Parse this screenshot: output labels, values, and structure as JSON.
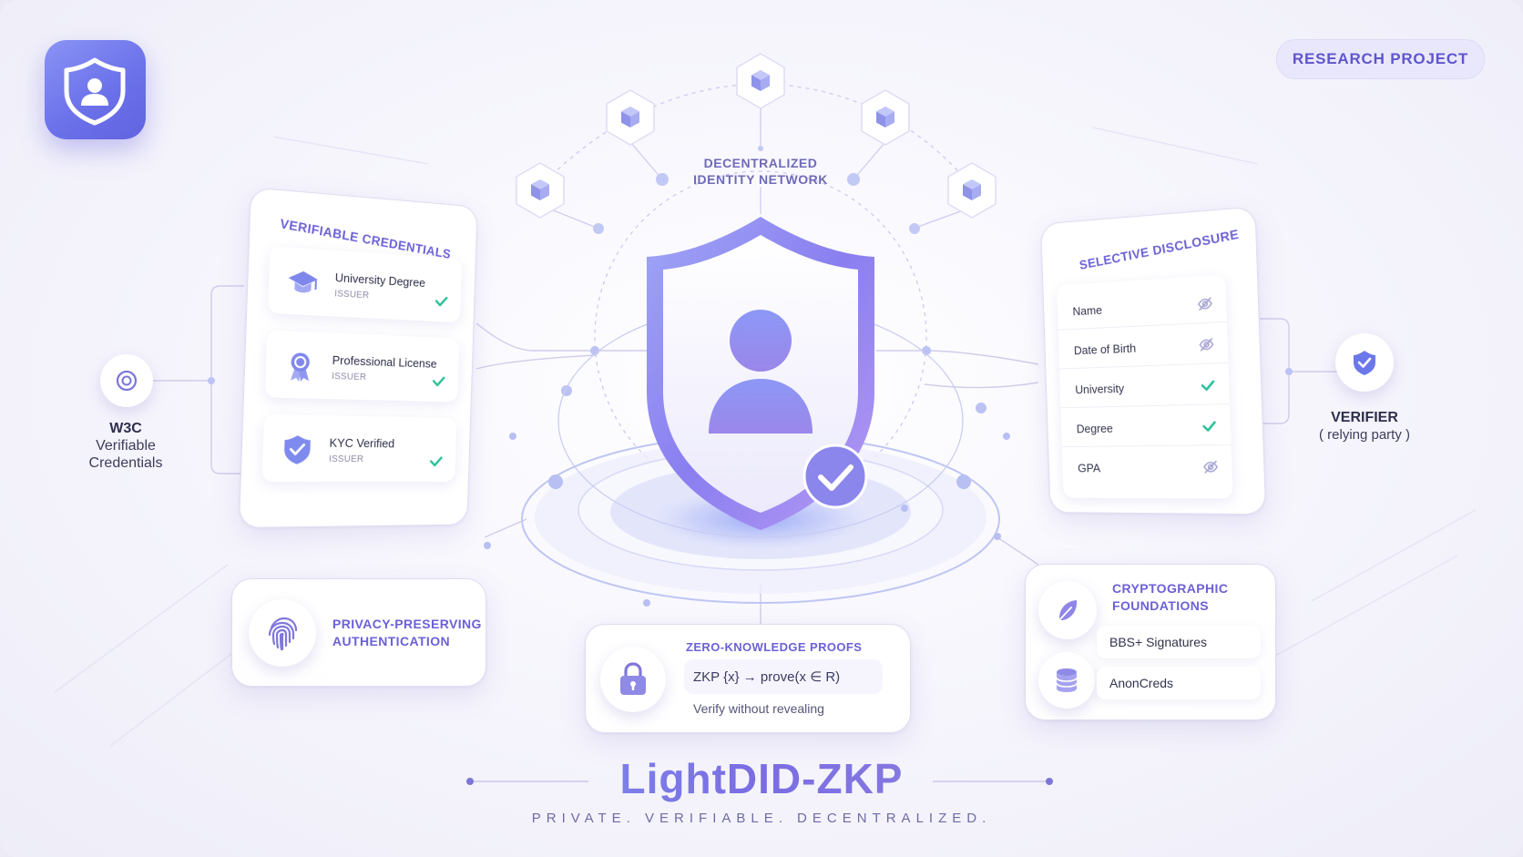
{
  "header": {
    "badge": "RESEARCH PROJECT",
    "logo_icon": "shield-user-icon"
  },
  "network": {
    "label": "DECENTRALIZED\nIDENTITY NETWORK",
    "node_icon": "cube-icon"
  },
  "w3c": {
    "title": "W3C",
    "line1": "Verifiable",
    "line2": "Credentials"
  },
  "credentials": {
    "title": "VERIFIABLE CREDENTIALS",
    "items": [
      {
        "name": "University Degree",
        "issuer": "ISSUER",
        "icon": "graduation-cap-icon"
      },
      {
        "name": "Professional License",
        "issuer": "ISSUER",
        "icon": "award-ribbon-icon"
      },
      {
        "name": "KYC Verified",
        "issuer": "ISSUER",
        "icon": "shield-check-icon"
      }
    ]
  },
  "disclosure": {
    "title": "SELECTIVE DISCLOSURE",
    "rows": [
      {
        "label": "Name",
        "state": "hidden"
      },
      {
        "label": "Date of Birth",
        "state": "hidden"
      },
      {
        "label": "University",
        "state": "shown"
      },
      {
        "label": "Degree",
        "state": "shown"
      },
      {
        "label": "GPA",
        "state": "hidden"
      }
    ]
  },
  "verifier": {
    "title": "VERIFIER",
    "subtitle": "( relying party )"
  },
  "privacy": {
    "title_line1": "PRIVACY-PRESERVING",
    "title_line2": "AUTHENTICATION",
    "icon": "fingerprint-icon"
  },
  "zkp": {
    "title": "ZERO-KNOWLEDGE PROOFS",
    "formula": "ZKP {x} → prove(x ∈ R)",
    "caption": "Verify without revealing",
    "icon": "lock-icon"
  },
  "crypto": {
    "title_line1": "CRYPTOGRAPHIC",
    "title_line2": "FOUNDATIONS",
    "items": [
      {
        "label": "BBS+ Signatures",
        "icon": "feather-icon"
      },
      {
        "label": "AnonCreds",
        "icon": "database-icon"
      }
    ]
  },
  "brand": {
    "title": "LightDID-ZKP",
    "tagline": "PRIVATE. VERIFIABLE. DECENTRALIZED."
  },
  "colors": {
    "accent": "#6d63d9",
    "check": "#2fc19a",
    "hidden": "#a9a6d4"
  }
}
